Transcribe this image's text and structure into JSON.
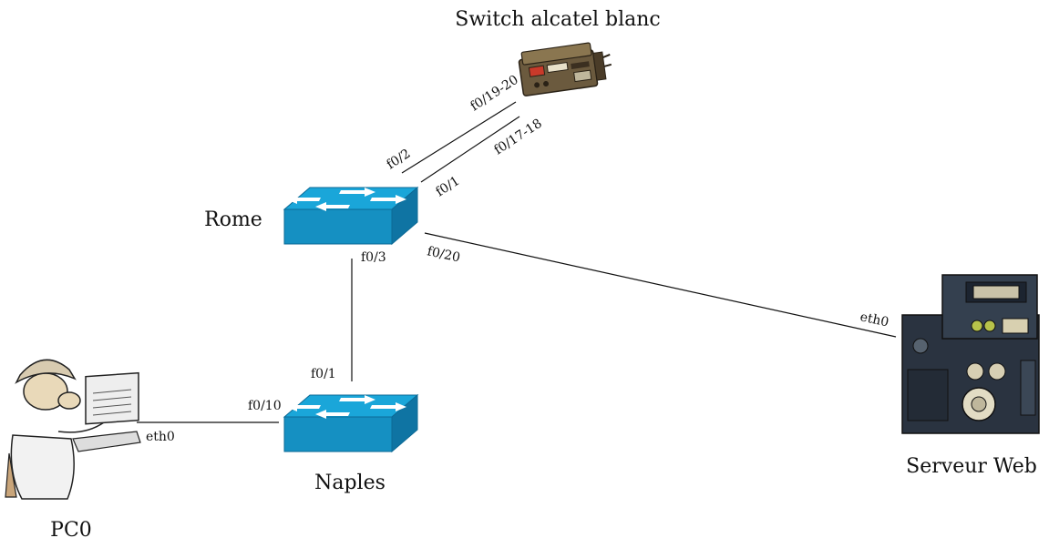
{
  "devices": {
    "switch_alcatel": "Switch alcatel blanc",
    "rome": "Rome",
    "naples": "Naples",
    "pc0": "PC0",
    "web_server": "Serveur Web"
  },
  "ports": {
    "rome_to_alcatel_a": "f0/2",
    "rome_to_alcatel_b": "f0/1",
    "alcatel_a": "f0/19-20",
    "alcatel_b": "f0/17-18",
    "rome_to_naples": "f0/3",
    "naples_to_rome": "f0/1",
    "rome_to_server": "f0/20",
    "server_eth": "eth0",
    "naples_to_pc": "f0/10",
    "pc_eth": "eth0"
  },
  "colors": {
    "switch_top": "#1aa6d9",
    "switch_front": "#1590c2",
    "switch_side": "#0f74a3",
    "arrow": "#ffffff"
  }
}
